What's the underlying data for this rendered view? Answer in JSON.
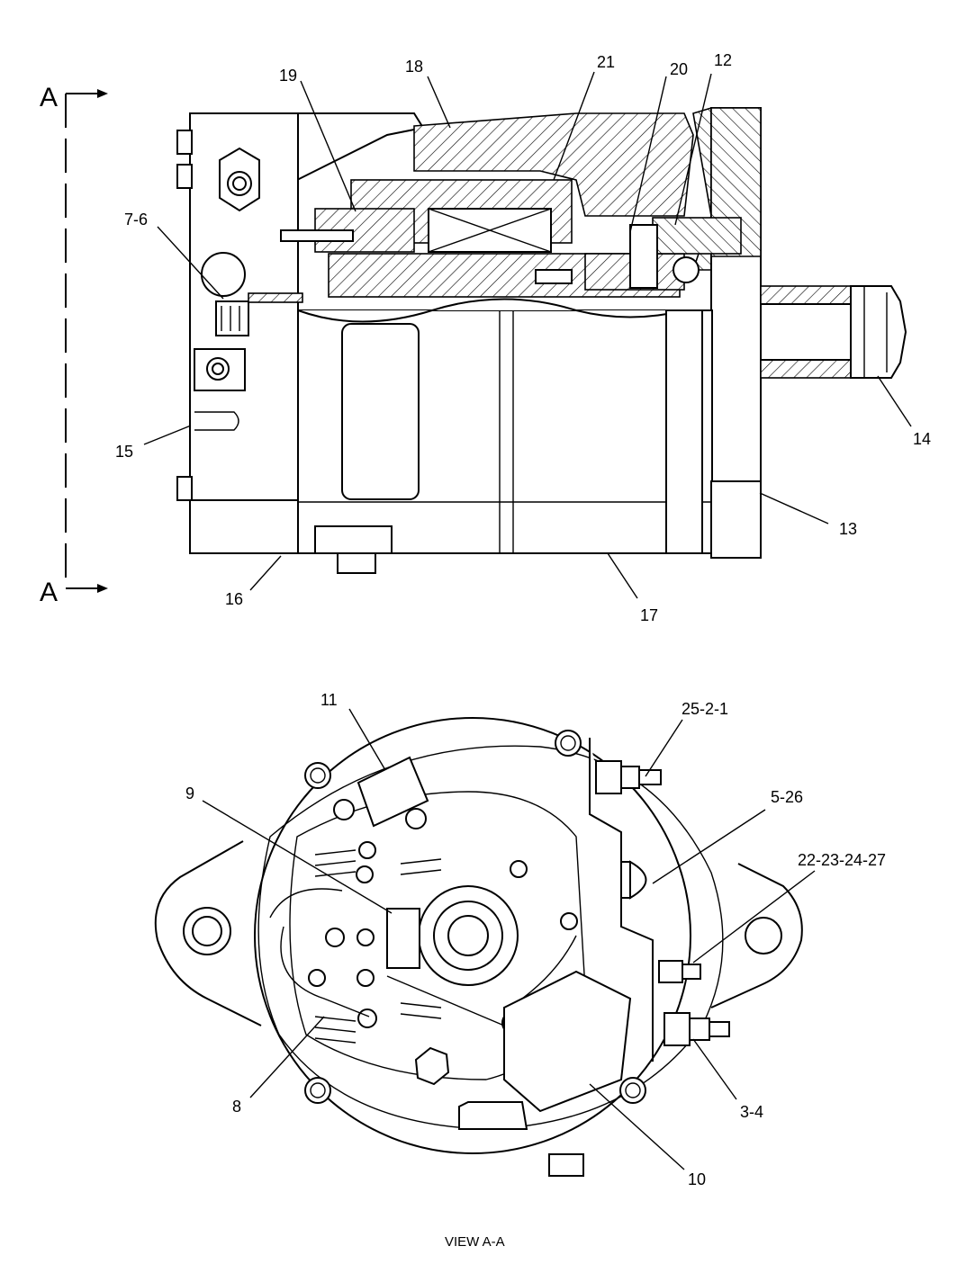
{
  "section_marker": {
    "top": "A",
    "bottom": "A"
  },
  "callouts_upper": {
    "c18": "18",
    "c21": "21",
    "c20": "20",
    "c12": "12",
    "c19": "19",
    "c7_6": "7-6",
    "c15": "15",
    "c16": "16",
    "c17": "17",
    "c13": "13",
    "c14": "14"
  },
  "callouts_lower": {
    "c11": "11",
    "c25_2_1": "25-2-1",
    "c9": "9",
    "c5_26": "5-26",
    "c22_23_24_27": "22-23-24-27",
    "c8": "8",
    "c3_4": "3-4",
    "c10": "10"
  },
  "caption": "VIEW  A-A"
}
